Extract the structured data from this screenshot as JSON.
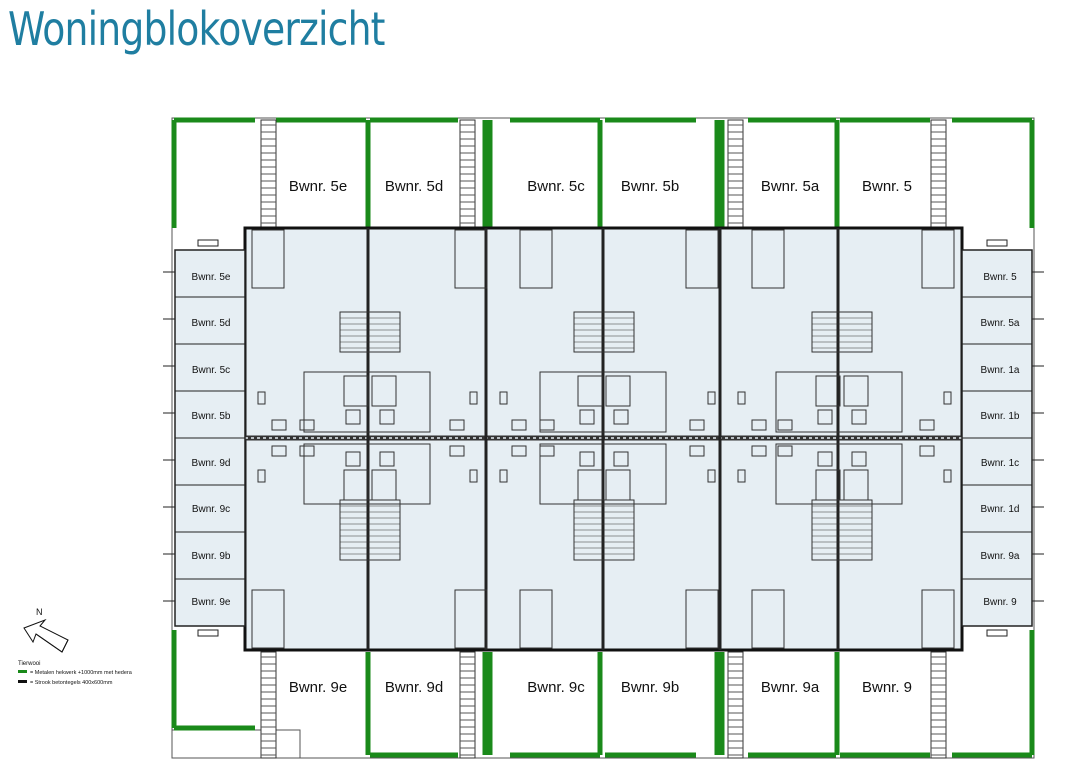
{
  "title": "Woningblokoverzicht",
  "colors": {
    "title": "#1f7ea1",
    "hedge": "#1a8a1a",
    "interior": "#e6eef3",
    "paving": "#111111"
  },
  "top_units": [
    "Bwnr. 5e",
    "Bwnr. 5d",
    "Bwnr. 5c",
    "Bwnr. 5b",
    "Bwnr. 5a",
    "Bwnr. 5"
  ],
  "bottom_units": [
    "Bwnr. 9e",
    "Bwnr. 9d",
    "Bwnr. 9c",
    "Bwnr. 9b",
    "Bwnr. 9a",
    "Bwnr. 9"
  ],
  "left_storage": [
    "Bwnr. 5e",
    "Bwnr. 5d",
    "Bwnr. 5c",
    "Bwnr. 5b",
    "Bwnr. 9d",
    "Bwnr. 9c",
    "Bwnr. 9b",
    "Bwnr. 9e"
  ],
  "right_storage": [
    "Bwnr. 5",
    "Bwnr. 5a",
    "Bwnr. 1a",
    "Bwnr. 1b",
    "Bwnr. 1c",
    "Bwnr. 1d",
    "Bwnr. 9a",
    "Bwnr. 9"
  ],
  "north_label": "N",
  "legend": {
    "title": "Tierwooi",
    "items": [
      {
        "label": "= Metalen hekwerk +1000mm met hedera",
        "color": "#1a8a1a"
      },
      {
        "label": "= Strook betontegels 400x600mm",
        "color": "#111111"
      }
    ]
  }
}
